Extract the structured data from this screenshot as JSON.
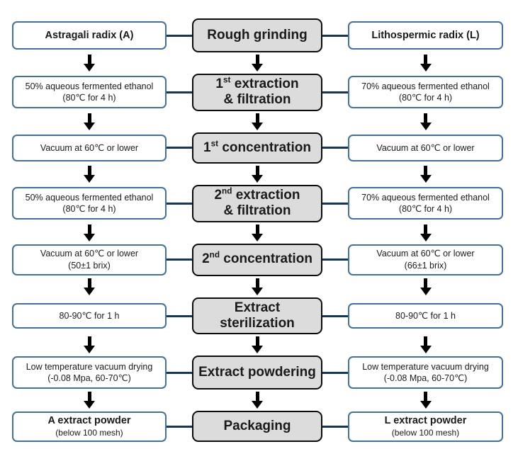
{
  "diagram_title": "Two-material extract powder manufacturing process flowchart",
  "colors": {
    "side_box_border": "#41719c",
    "side_box_fill": "#ffffff",
    "center_box_border": "#0c0c0c",
    "center_box_fill": "#dcdcdc",
    "connector_line": "#17365d",
    "arrow": "#000000",
    "text": "#1a1a1a"
  },
  "rows": [
    {
      "left": {
        "line1": "Astragali radix (A)"
      },
      "center": {
        "line1": "Rough grinding"
      },
      "right": {
        "line1": "Lithospermic radix (L)"
      }
    },
    {
      "left": {
        "line1": "50% aqueous fermented ethanol",
        "line2": "(80℃ for 4 h)"
      },
      "center": {
        "num": "1",
        "sup": "st",
        "rest": " extraction",
        "line2": "& filtration"
      },
      "right": {
        "line1": "70% aqueous fermented ethanol",
        "line2": "(80℃ for 4 h)"
      }
    },
    {
      "left": {
        "line1": "Vacuum at 60℃ or lower"
      },
      "center": {
        "num": "1",
        "sup": "st",
        "rest": " concentration"
      },
      "right": {
        "line1": "Vacuum at 60℃ or lower"
      }
    },
    {
      "left": {
        "line1": "50% aqueous fermented ethanol",
        "line2": "(80℃ for 4 h)"
      },
      "center": {
        "num": "2",
        "sup": "nd",
        "rest": " extraction",
        "line2": "& filtration"
      },
      "right": {
        "line1": "70% aqueous fermented ethanol",
        "line2": "(80℃ for 4 h)"
      }
    },
    {
      "left": {
        "line1": "Vacuum at 60℃ or lower",
        "line2": "(50±1 brix)"
      },
      "center": {
        "num": "2",
        "sup": "nd",
        "rest": " concentration"
      },
      "right": {
        "line1": "Vacuum at 60℃ or lower",
        "line2": "(66±1 brix)"
      }
    },
    {
      "left": {
        "line1": "80-90℃ for 1 h"
      },
      "center": {
        "line1": "Extract sterilization"
      },
      "right": {
        "line1": "80-90℃ for 1 h"
      }
    },
    {
      "left": {
        "line1": "Low temperature vacuum drying",
        "line2": "(-0.08 Mpa, 60-70℃)"
      },
      "center": {
        "line1": "Extract powdering"
      },
      "right": {
        "line1": "Low temperature vacuum drying",
        "line2": "(-0.08 Mpa, 60-70℃)"
      }
    },
    {
      "left": {
        "line1": "A extract powder",
        "line2": "(below 100 mesh)"
      },
      "center": {
        "line1": "Packaging"
      },
      "right": {
        "line1": "L extract powder",
        "line2": "(below 100 mesh)"
      }
    }
  ]
}
